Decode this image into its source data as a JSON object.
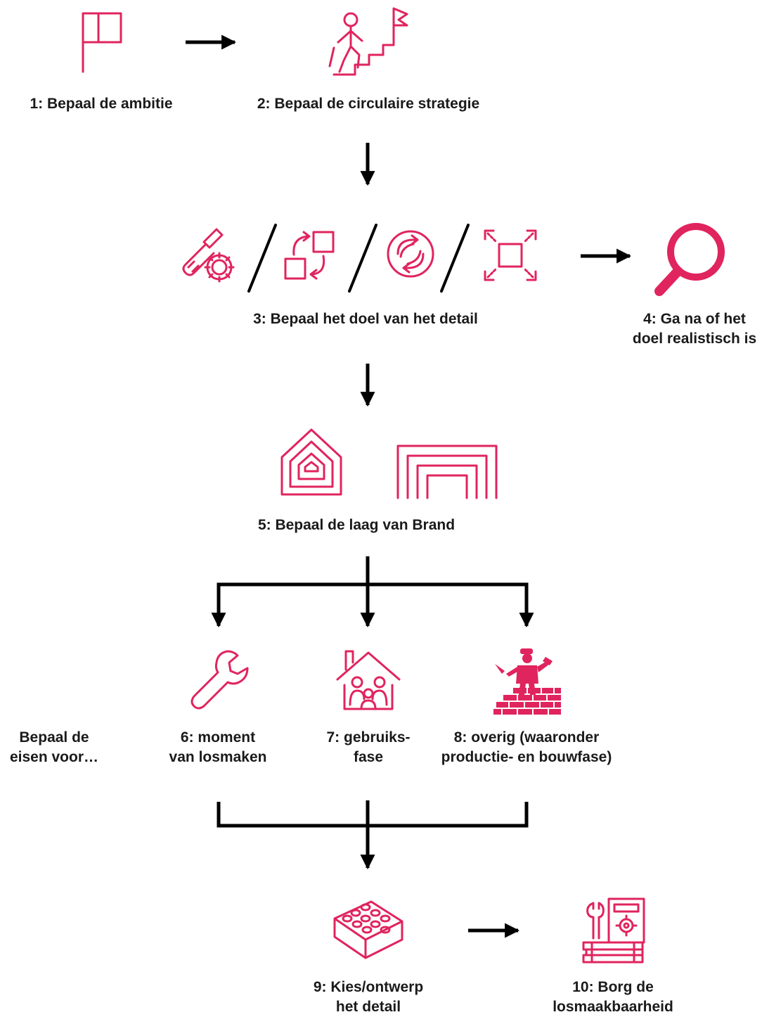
{
  "colors": {
    "accent": "#e0245e",
    "arrow": "#000000",
    "text": "#1a1a1a"
  },
  "steps": [
    {
      "id": "step1",
      "lines": [
        "1: Bepaal de ambitie"
      ],
      "icons": [
        "flag-icon"
      ]
    },
    {
      "id": "step2",
      "lines": [
        "2: Bepaal de circulaire strategie"
      ],
      "icons": [
        "climbing-stairs-flag-icon"
      ]
    },
    {
      "id": "step3",
      "lines": [
        "3: Bepaal het doel van het detail"
      ],
      "icons": [
        "screwdriver-gear-icon",
        "swap-squares-icon",
        "recycle-circle-icon",
        "expand-square-icon"
      ]
    },
    {
      "id": "step4",
      "lines": [
        "4: Ga na of het",
        "doel realistisch is"
      ],
      "icons": [
        "magnifier-icon"
      ]
    },
    {
      "id": "step5",
      "lines": [
        "5: Bepaal de laag van Brand"
      ],
      "icons": [
        "house-layers-icon",
        "nested-frames-icon"
      ]
    },
    {
      "id": "requirements",
      "lines": [
        "Bepaal de",
        "eisen voor…"
      ],
      "icons": []
    },
    {
      "id": "step6",
      "lines": [
        "6: moment",
        "van losmaken"
      ],
      "icons": [
        "wrench-icon"
      ]
    },
    {
      "id": "step7",
      "lines": [
        "7: gebruiks-",
        "fase"
      ],
      "icons": [
        "family-house-icon"
      ]
    },
    {
      "id": "step8",
      "lines": [
        "8: overig (waaronder",
        "productie- en bouwfase)"
      ],
      "icons": [
        "bricklayer-icon"
      ]
    },
    {
      "id": "step9",
      "lines": [
        "9: Kies/ontwerp",
        "het detail"
      ],
      "icons": [
        "lego-brick-icon"
      ]
    },
    {
      "id": "step10",
      "lines": [
        "10: Borg de",
        "losmaakbaarheid"
      ],
      "icons": [
        "documentation-tools-icon"
      ]
    }
  ]
}
